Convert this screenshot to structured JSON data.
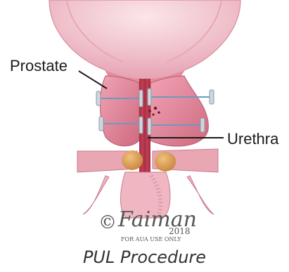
{
  "labels": {
    "prostate": "Prostate",
    "urethra": "Urethra"
  },
  "caption": "PUL Procedure",
  "signature": {
    "copyright": "©",
    "artist": "Faiman",
    "year": "2018",
    "note": "FOR AUA USE ONLY"
  },
  "colors": {
    "bladder_outer": "#f3cbd4",
    "bladder_inner": "#e9a9b7",
    "prostate_lobe": "#e07f95",
    "urethra": "#c2394f",
    "implant_line": "#6f98c0",
    "seminal": "#d99b54",
    "background": "#ffffff"
  }
}
